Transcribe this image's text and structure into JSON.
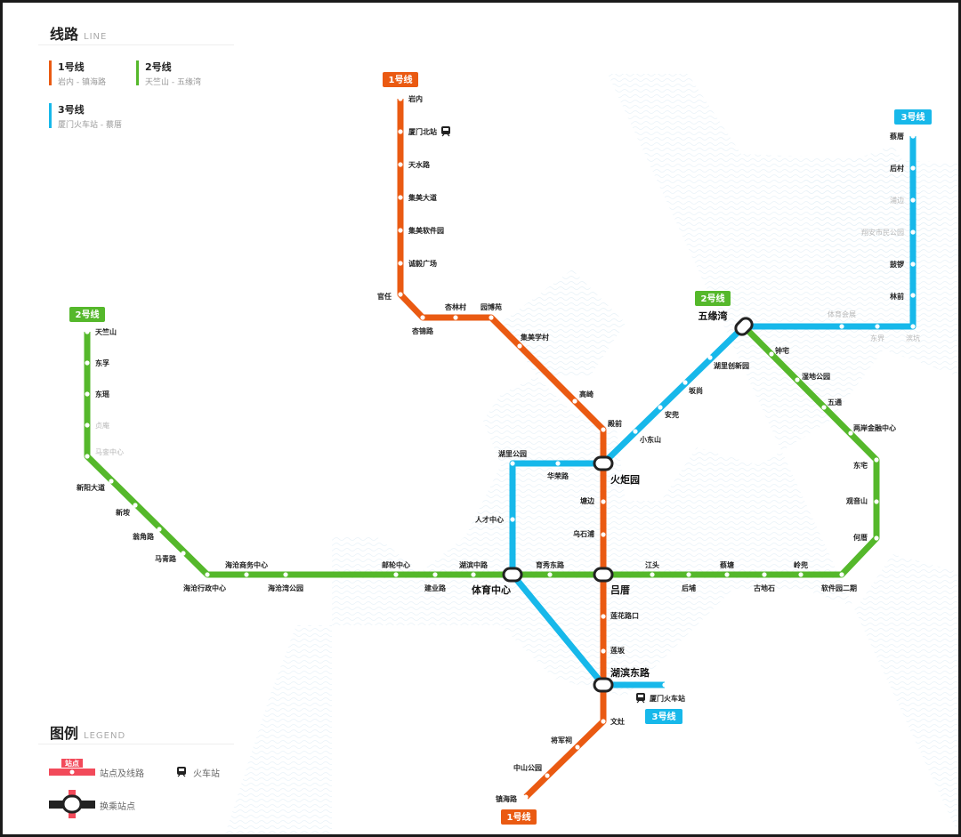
{
  "panel": {
    "lines_title": "线路",
    "lines_subtitle": "LINE",
    "lines": [
      {
        "name": "1号线",
        "route": "岩内 - 镇海路",
        "color": "#ea5a12"
      },
      {
        "name": "2号线",
        "route": "天竺山 - 五缘湾",
        "color": "#55b82b"
      },
      {
        "name": "3号线",
        "route": "厦门火车站 - 蔡厝",
        "color": "#17b8ea"
      }
    ],
    "legend_title": "图例",
    "legend_subtitle": "LEGEND",
    "legend_station_tag": "站点",
    "legend_station_label": "站点及线路",
    "legend_train_label": "火车站",
    "legend_transfer_label": "换乘站点"
  },
  "map": {
    "colors": {
      "line1": "#ea5a12",
      "line2": "#55b82b",
      "line3": "#17b8ea",
      "station_tag": "#f24a5a"
    },
    "badges": [
      {
        "id": "badge-l1-north",
        "text": "1号线",
        "line": "line1"
      },
      {
        "id": "badge-l1-south",
        "text": "1号线",
        "line": "line1"
      },
      {
        "id": "badge-l2-west",
        "text": "2号线",
        "line": "line2"
      },
      {
        "id": "badge-l2-east",
        "text": "2号线",
        "line": "line2"
      },
      {
        "id": "badge-l3-north",
        "text": "3号线",
        "line": "line3"
      },
      {
        "id": "badge-l3-south",
        "text": "3号线",
        "line": "line3"
      }
    ],
    "line1_stations": [
      "岩内",
      "厦门北站",
      "天水路",
      "集美大道",
      "集美软件园",
      "诚毅广场",
      "官任",
      "杏锦路",
      "杏林村",
      "园博苑",
      "集美学村",
      "高崎",
      "殿前",
      "火炬园",
      "塘边",
      "乌石浦",
      "吕厝",
      "莲花路口",
      "莲坂",
      "湖滨东路",
      "文灶",
      "将军祠",
      "中山公园",
      "镇海路"
    ],
    "line2_stations": [
      "天竺山",
      "东孚",
      "东瑶",
      "贞庵",
      "马銮中心",
      "新阳大道",
      "新垵",
      "翁角路",
      "马青路",
      "海沧行政中心",
      "海沧商务中心",
      "海沧湾公园",
      "邮轮中心",
      "建业路",
      "湖滨中路",
      "体育中心",
      "育秀东路",
      "吕厝",
      "江头",
      "后埔",
      "蔡塘",
      "古地石",
      "岭兜",
      "软件园二期",
      "何厝",
      "观音山",
      "东宅",
      "两岸金融中心",
      "五通",
      "湿地公园",
      "钟宅",
      "五缘湾"
    ],
    "line3_stations": [
      "厦门火车站",
      "湖滨东路",
      "体育中心",
      "人才中心",
      "湖里公园",
      "华荣路",
      "火炬园",
      "小东山",
      "安兜",
      "坂尚",
      "湖里创新园",
      "五缘湾",
      "体育会展",
      "东界",
      "滨坑",
      "林前",
      "鼓锣",
      "翔安市民公园",
      "浦边",
      "后村",
      "蔡厝"
    ]
  }
}
